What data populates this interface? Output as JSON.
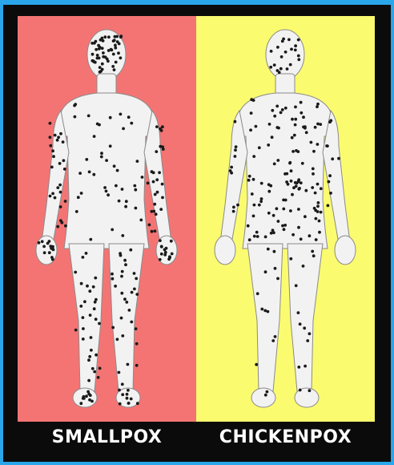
{
  "panels": [
    {
      "label": "SMALLPOX",
      "background": "#f47474",
      "distribution": "extremities"
    },
    {
      "label": "CHICKENPOX",
      "background": "#fbfb70",
      "distribution": "trunk"
    }
  ],
  "colors": {
    "frame": "#2aa6ea",
    "border": "#0b0b0b",
    "body_fill": "#f2f2f2",
    "body_outline": "#8a8a8a",
    "spot": "#1a1a1a"
  }
}
